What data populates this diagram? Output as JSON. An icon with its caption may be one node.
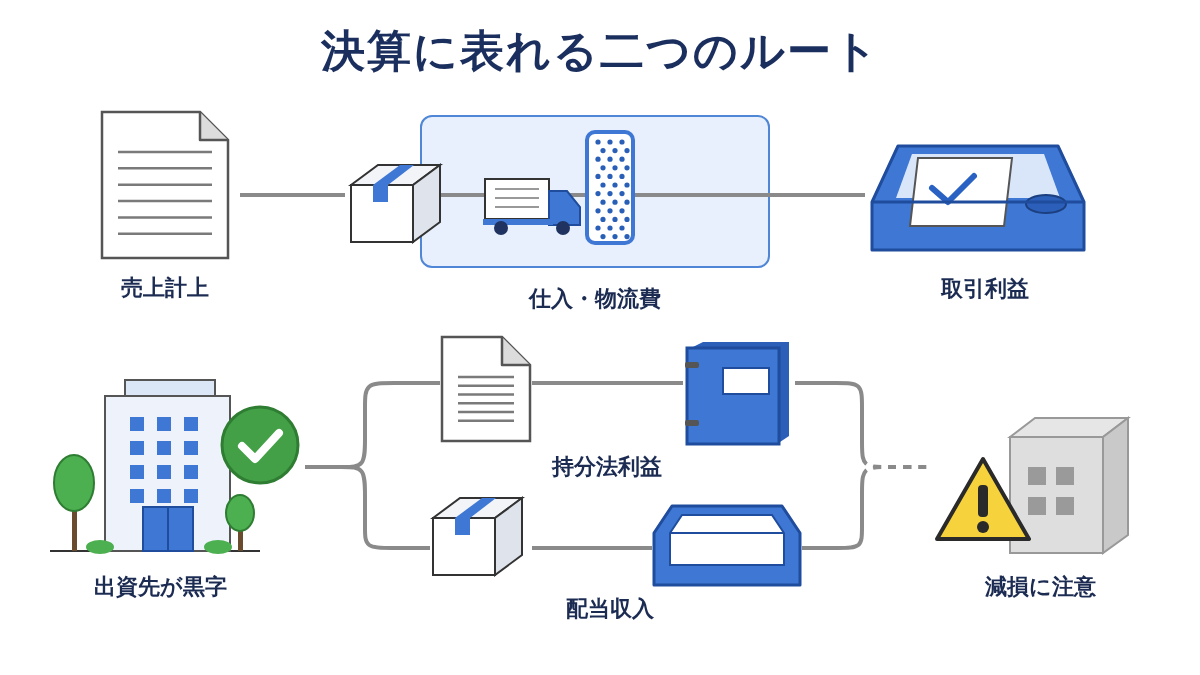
{
  "diagram": {
    "title": "決算に表れる二つのルート",
    "nodes": [
      {
        "text": [
          "売上計上"
        ]
      },
      {
        "text": [
          "仕入・物流費"
        ]
      },
      {
        "text": [
          "取引利益"
        ]
      },
      {
        "text": [
          "出資先が黒字"
        ]
      },
      {
        "text": [],
        "shape": "picture"
      },
      {
        "text": [],
        "shape": "picture"
      },
      {
        "text": [],
        "shape": "picture"
      },
      {
        "text": [],
        "shape": "picture"
      },
      {
        "text": [
          "減損に注意"
        ]
      }
    ],
    "edges": [
      {
        "from": 0,
        "to": 1,
        "arrow": "none"
      },
      {
        "from": 1,
        "to": 2,
        "arrow": "none"
      },
      {
        "from": 3,
        "to": 4,
        "arrow": "none"
      },
      {
        "from": 3,
        "to": 6,
        "arrow": "none"
      },
      {
        "from": 4,
        "to": 5,
        "arrow": "none"
      },
      {
        "from": 6,
        "to": 7,
        "arrow": "none"
      },
      {
        "from": 5,
        "to": 8,
        "arrow": "none",
        "style": "dashed"
      },
      {
        "from": 7,
        "to": 8,
        "arrow": "none",
        "style": "dashed"
      }
    ],
    "labels": [
      "持分法利益",
      "配当収入"
    ]
  }
}
